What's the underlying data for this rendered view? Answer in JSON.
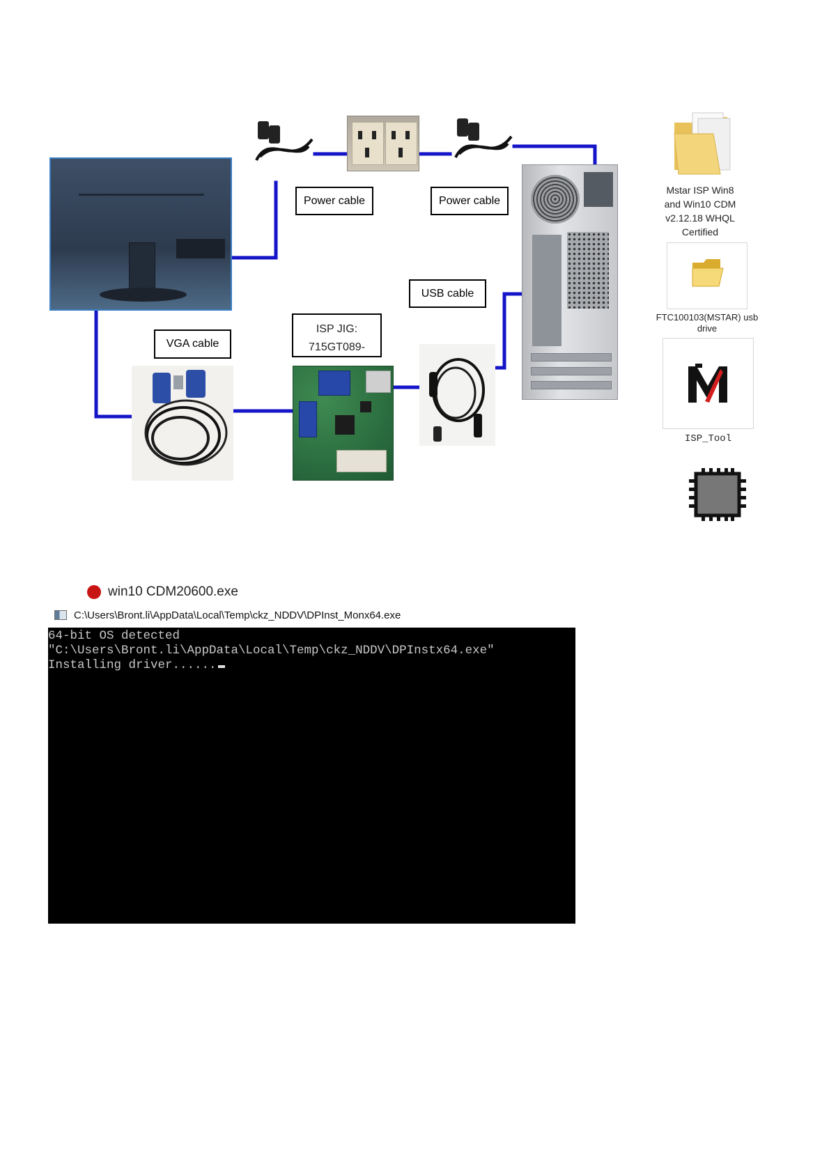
{
  "diagram": {
    "labels": {
      "power_cable_left": "Power cable",
      "power_cable_right": "Power cable",
      "usb_cable": "USB cable",
      "vga_cable": "VGA cable",
      "isp_jig_line1": "ISP JIG:",
      "isp_jig_line2": "715GT089-"
    },
    "line_color": "#1414c8"
  },
  "desktop_icons": [
    {
      "icon": "folder-icon",
      "caption_lines": [
        "Mstar ISP Win8",
        "and Win10 CDM",
        "v2.12.18 WHQL",
        "Certified"
      ]
    },
    {
      "icon": "folder-small-icon",
      "caption_lines": [
        "FTC100103(MSTAR) usb",
        "drive"
      ]
    },
    {
      "icon": "isp-tool-logo-icon",
      "caption": "ISP_Tool"
    },
    {
      "icon": "chip-icon"
    }
  ],
  "installer": {
    "exe_name": "win10 CDM20600.exe",
    "window_title": "C:\\Users\\Bront.li\\AppData\\Local\\Temp\\ckz_NDDV\\DPInst_Monx64.exe",
    "console_lines": [
      "64-bit OS detected",
      "\"C:\\Users\\Bront.li\\AppData\\Local\\Temp\\ckz_NDDV\\DPInstx64.exe\"",
      "Installing driver......"
    ]
  }
}
